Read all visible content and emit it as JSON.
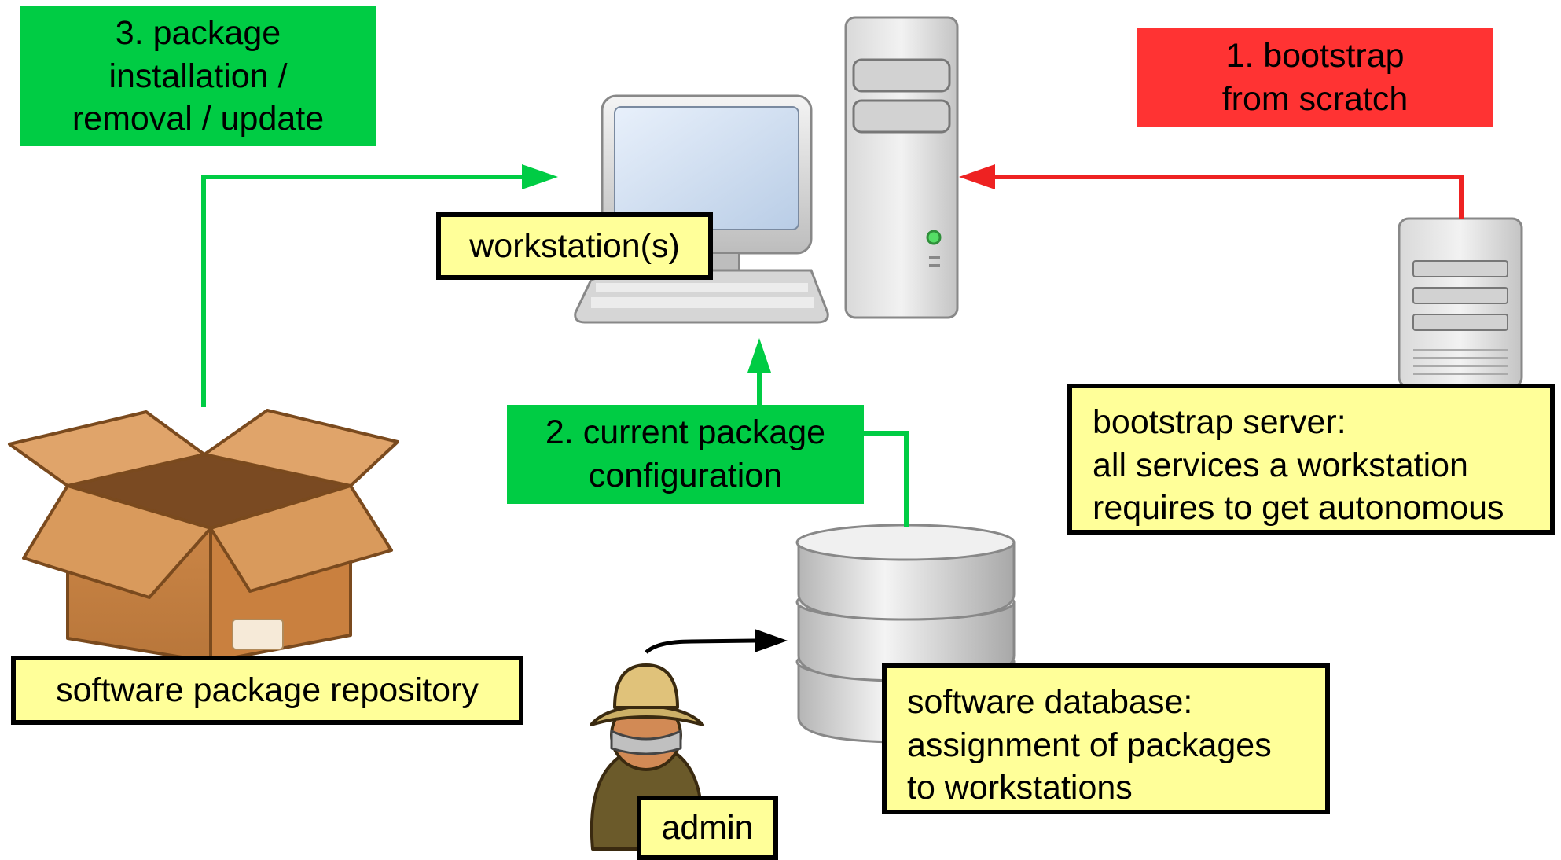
{
  "steps": {
    "step1": {
      "lines": [
        "1. bootstrap",
        "from scratch"
      ],
      "color": "#ff3333"
    },
    "step2": {
      "lines": [
        "2. current package",
        "configuration"
      ],
      "color": "#00cc44"
    },
    "step3": {
      "lines": [
        "3. package",
        "installation /",
        "removal / update"
      ],
      "color": "#00cc44"
    }
  },
  "labels": {
    "workstation": "workstation(s)",
    "repository": "software package repository",
    "bootstrap_server": {
      "lines": [
        "bootstrap server:",
        "all services a workstation",
        "requires to get autonomous"
      ]
    },
    "database": {
      "lines": [
        "software database:",
        "assignment of packages",
        "to workstations"
      ]
    },
    "admin": "admin"
  },
  "colors": {
    "green_arrow": "#00cc44",
    "red_arrow": "#ee2222",
    "label_fill": "#ffff99"
  },
  "icons": [
    "desktop-computer-icon",
    "tower-server-icon",
    "bootstrap-server-icon",
    "cardboard-box-icon",
    "database-icon",
    "admin-person-icon"
  ]
}
